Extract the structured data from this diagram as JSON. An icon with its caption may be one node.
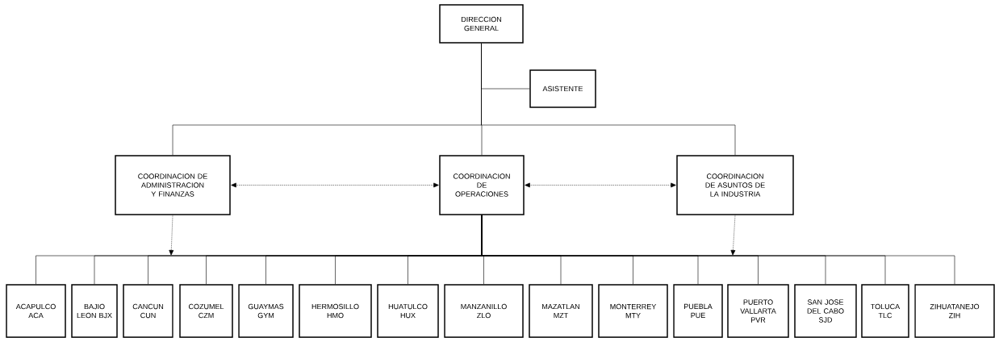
{
  "diagram": {
    "nodes": [
      {
        "text": [
          "DIRECCION GENERAL"
        ]
      },
      {
        "text": [
          "ASISTENTE"
        ]
      },
      {
        "text": [
          "COORDINACION DE ADMINISTRACION Y FINANZAS"
        ]
      },
      {
        "text": [
          "COORDINACION DE OPERACIONES"
        ]
      },
      {
        "text": [
          "COORDINACION DE ASUNTOS DE LA INDUSTRIA"
        ]
      },
      {
        "text": [
          "ACAPULCO ACA"
        ]
      },
      {
        "text": [
          "BAJIO LEON BJX"
        ]
      },
      {
        "text": [
          "CANCUN CUN"
        ]
      },
      {
        "text": [
          "COZUMEL CZM"
        ]
      },
      {
        "text": [
          "GUAYMAS GYM"
        ]
      },
      {
        "text": [
          "HERMOSILLO HMO"
        ]
      },
      {
        "text": [
          "HUATULCO HUX"
        ]
      },
      {
        "text": [
          "MANZANILLO ZLO"
        ]
      },
      {
        "text": [
          "MAZATLAN MZT"
        ]
      },
      {
        "text": [
          "MONTERREY MTY"
        ]
      },
      {
        "text": [
          "PUEBLA PUE"
        ]
      },
      {
        "text": [
          "PUERTO VALLARTA PVR"
        ]
      },
      {
        "text": [
          "SAN JOSE DEL CABO SJD"
        ]
      },
      {
        "text": [
          "TOLUCA TLC"
        ]
      },
      {
        "text": [
          "ZIHUATANEJO ZIH"
        ]
      }
    ],
    "edges": [
      {
        "from": 0,
        "to": 1,
        "arrow": "none"
      },
      {
        "from": 0,
        "to": 2,
        "arrow": "none"
      },
      {
        "from": 0,
        "to": 3,
        "arrow": "none"
      },
      {
        "from": 0,
        "to": 4,
        "arrow": "none"
      },
      {
        "from": 2,
        "to": 3,
        "arrow": "both",
        "style": "dashed"
      },
      {
        "from": 3,
        "to": 4,
        "arrow": "both",
        "style": "dashed"
      },
      {
        "from": 2,
        "to": null,
        "arrow": "to",
        "style": "dashed"
      },
      {
        "from": 4,
        "to": null,
        "arrow": "to",
        "style": "dashed"
      },
      {
        "from": 3,
        "to": 5,
        "arrow": "none"
      },
      {
        "from": 3,
        "to": 6,
        "arrow": "none"
      },
      {
        "from": 3,
        "to": 7,
        "arrow": "none"
      },
      {
        "from": 3,
        "to": 8,
        "arrow": "none"
      },
      {
        "from": 3,
        "to": 9,
        "arrow": "none"
      },
      {
        "from": 3,
        "to": 10,
        "arrow": "none"
      },
      {
        "from": 3,
        "to": 11,
        "arrow": "none"
      },
      {
        "from": 3,
        "to": 12,
        "arrow": "none"
      },
      {
        "from": 3,
        "to": 13,
        "arrow": "none"
      },
      {
        "from": 3,
        "to": 14,
        "arrow": "none"
      },
      {
        "from": 3,
        "to": 15,
        "arrow": "none"
      },
      {
        "from": 3,
        "to": 16,
        "arrow": "none"
      },
      {
        "from": 3,
        "to": 17,
        "arrow": "none"
      },
      {
        "from": 3,
        "to": 18,
        "arrow": "none"
      },
      {
        "from": 3,
        "to": 19,
        "arrow": "none"
      }
    ]
  }
}
